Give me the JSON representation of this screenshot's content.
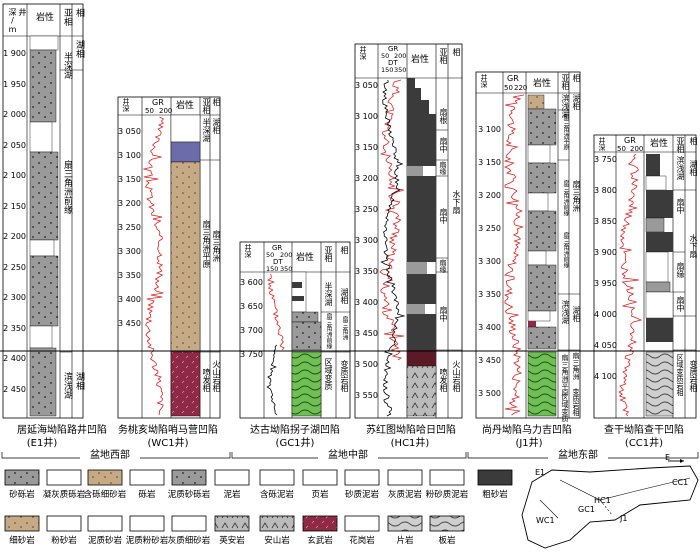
{
  "header": {
    "depth": "井深\n/m",
    "lith": "岩性",
    "subfacies": "亚相",
    "facies": "相",
    "gr": "GR",
    "dt": "DT"
  },
  "wells": [
    {
      "id": "E1",
      "caption": "居延海坳陷路井凹陷",
      "sub": "(E1井)",
      "depths": [
        "1 900",
        "1 950",
        "2 000",
        "2 050",
        "2 100",
        "2 150",
        "2 200",
        "2 250",
        "2 300",
        "2 350",
        "2 400",
        "2 450"
      ],
      "subfacies": [
        "半深湖",
        "扇三角洲前缘",
        "滨浅湖"
      ],
      "facies": [
        "湖相"
      ]
    },
    {
      "id": "WC1",
      "caption": "务桃亥坳陷哨马营凹陷",
      "sub": "(WC1井)",
      "gr_range": [
        "50",
        "200"
      ],
      "depths": [
        "3 050",
        "3 100",
        "3 150",
        "3 200",
        "3 250",
        "3 300",
        "3 350",
        "3 400",
        "3 450"
      ],
      "subfacies": [
        "半深湖",
        "扇三角洲平原",
        "喷发相"
      ],
      "facies": [
        "湖相",
        "扇三角洲",
        "火山岩相"
      ]
    },
    {
      "id": "GC1",
      "caption": "达古坳陷拐子湖凹陷",
      "sub": "(GC1井)",
      "gr_range": [
        "50",
        "200"
      ],
      "dt_range": [
        "150",
        "350"
      ],
      "depths": [
        "3 600",
        "3 650",
        "3 700",
        "3 750"
      ],
      "subfacies": [
        "半深湖",
        "扇三角洲前缘",
        "区域变质"
      ],
      "facies": [
        "湖相",
        "扇三角洲",
        "变质岩相"
      ]
    },
    {
      "id": "HC1",
      "caption": "苏红图坳陷哈日凹陷",
      "sub": "(HC1井)",
      "gr_range": [
        "50",
        "200"
      ],
      "dt_range": [
        "150",
        "350"
      ],
      "depths": [
        "3 050",
        "3 100",
        "3 150",
        "3 200",
        "3 250",
        "3 300",
        "3 350",
        "3 400",
        "3 450",
        "3 500",
        "3 550"
      ],
      "subfacies": [
        "扇根",
        "扇中",
        "扇缘",
        "扇中",
        "扇缘",
        "扇中",
        "喷发相"
      ],
      "facies": [
        "水下扇",
        "火山岩相"
      ]
    },
    {
      "id": "J1",
      "caption": "尚丹坳陷乌力吉凹陷",
      "sub": "(J1井)",
      "gr_range": [
        "50",
        "220"
      ],
      "depths": [
        "3 100",
        "3 150",
        "3 200",
        "3 250",
        "3 300",
        "3 350",
        "3 400",
        "3 450",
        "3 500"
      ],
      "subfacies": [
        "滨浅湖",
        "扇三角洲平原",
        "扇三角洲前缘",
        "扇三角洲前缘",
        "滨浅湖",
        "扇三角洲平原",
        "区域变质"
      ],
      "facies": [
        "湖相",
        "扇三角洲",
        "湖相",
        "扇三角洲",
        "变质岩相"
      ]
    },
    {
      "id": "CC1",
      "caption": "查干坳陷查干凹陷",
      "sub": "(CC1井)",
      "gr_range": [
        "50",
        "200"
      ],
      "depths": [
        "3 750",
        "3 800",
        "3 850",
        "3 900",
        "3 950",
        "4 000",
        "4 050",
        "4 100"
      ],
      "subfacies": [
        "滨浅湖",
        "扇中",
        "扇缘",
        "扇中",
        "区域变质岩相"
      ],
      "facies": [
        "湖相",
        "水下扇",
        "变质岩相"
      ]
    }
  ],
  "regions": [
    "盆地西部",
    "盆地中部",
    "盆地东部"
  ],
  "legend_row1": [
    "砂砾岩",
    "凝灰质砾岩",
    "含砾细砂岩",
    "砾岩",
    "泥质砂砾岩",
    "泥岩",
    "含砾泥岩",
    "页岩",
    "砂质泥岩",
    "灰质泥岩",
    "粉砂质泥岩",
    "粗砂岩"
  ],
  "legend_row2": [
    "细砂岩",
    "粉砂岩",
    "泥质砂岩",
    "泥质粉砂岩",
    "灰质细砂岩",
    "英安岩",
    "安山岩",
    "玄武岩",
    "花岗岩",
    "片岩",
    "板岩"
  ],
  "map": {
    "north": "E",
    "wells": [
      "E1",
      "WC1",
      "GC1",
      "HC1",
      "J1",
      "CC1"
    ]
  },
  "colors": {
    "grey": "#9a9a9a",
    "dark": "#3b3b3b",
    "tan": "#c6aa86",
    "maroon": "#8e2a45",
    "green": "#6fbf55",
    "purple": "#6c6caa",
    "gr": "#e02020"
  }
}
